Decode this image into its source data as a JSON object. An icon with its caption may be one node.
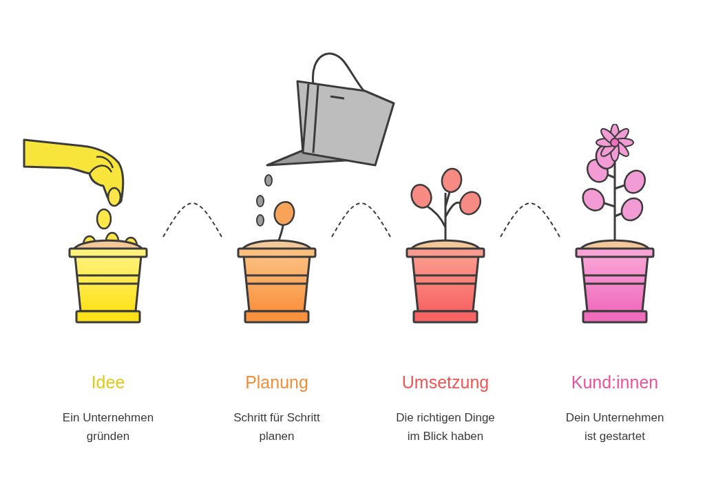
{
  "diagram": {
    "nodes": [
      {
        "text": [
          "Idee",
          "Ein Unternehmen gründen"
        ]
      },
      {
        "text": [
          "Planung",
          "Schritt für Schritt planen"
        ]
      },
      {
        "text": [
          "Umsetzung",
          "Die richtigen Dinge im Blick haben"
        ]
      },
      {
        "text": [
          "Kund:innen",
          "Dein Unternehmen ist gestartet"
        ]
      }
    ],
    "edges": [
      {
        "from": 0,
        "to": 1,
        "arrow": "none",
        "style": "dashed"
      },
      {
        "from": 1,
        "to": 2,
        "arrow": "none",
        "style": "dashed"
      },
      {
        "from": 2,
        "to": 3,
        "arrow": "none",
        "style": "dashed"
      }
    ]
  }
}
